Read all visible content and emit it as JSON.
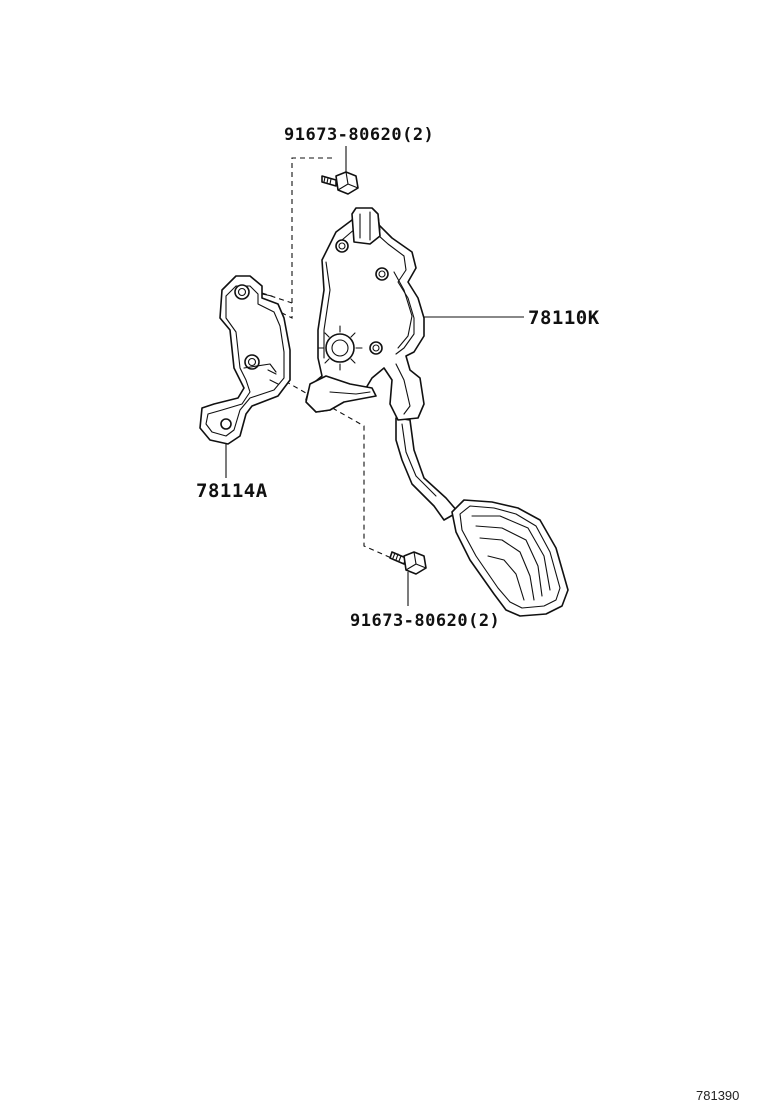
{
  "parts": {
    "bolt_top": {
      "part_number": "91673-80620(2)"
    },
    "pedal_assembly": {
      "part_number": "78110K"
    },
    "bracket": {
      "part_number": "78114A"
    },
    "bolt_bottom": {
      "part_number": "91673-80620(2)"
    }
  },
  "figure_ref": "781390",
  "icons": {
    "bolt": "bolt-icon",
    "pedal": "accelerator-pedal-icon",
    "bracket": "bracket-icon"
  }
}
